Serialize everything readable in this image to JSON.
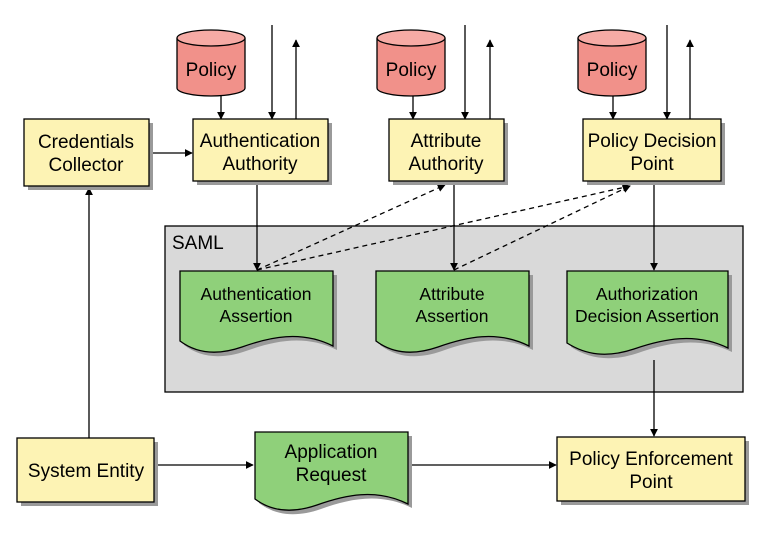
{
  "saml_region": {
    "label": "SAML"
  },
  "policy_stores": [
    {
      "label": "Policy"
    },
    {
      "label": "Policy"
    },
    {
      "label": "Policy"
    }
  ],
  "boxes": {
    "credentials_collector": {
      "line1": "Credentials",
      "line2": "Collector"
    },
    "authentication_authority": {
      "line1": "Authentication",
      "line2": "Authority"
    },
    "attribute_authority": {
      "line1": "Attribute",
      "line2": "Authority"
    },
    "policy_decision_point": {
      "line1": "Policy Decision",
      "line2": "Point"
    },
    "system_entity": {
      "line1": "System Entity"
    },
    "policy_enforcement_point": {
      "line1": "Policy Enforcement",
      "line2": "Point"
    }
  },
  "documents": {
    "authentication_assertion": {
      "line1": "Authentication",
      "line2": "Assertion"
    },
    "attribute_assertion": {
      "line1": "Attribute",
      "line2": "Assertion"
    },
    "authorization_decision_assertion": {
      "line1": "Authorization",
      "line2": "Decision Assertion"
    },
    "application_request": {
      "line1": "Application",
      "line2": "Request"
    }
  },
  "colors": {
    "box_fill": "#fdf3b4",
    "document_fill": "#8fd07a",
    "policy_fill": "#f1918a",
    "saml_region_fill": "#d9d9d9"
  }
}
